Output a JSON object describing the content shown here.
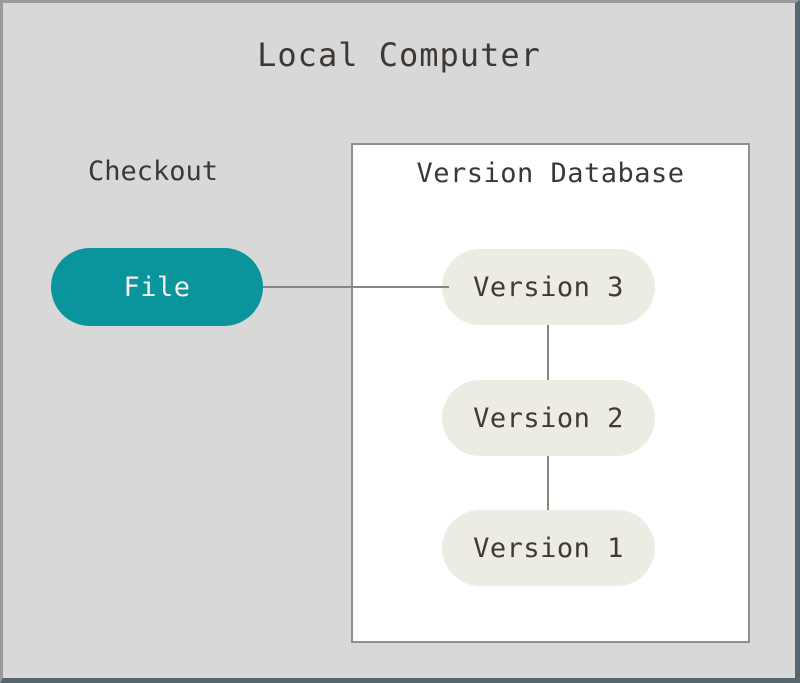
{
  "local_computer": {
    "title": "Local Computer"
  },
  "checkout": {
    "label": "Checkout",
    "file_label": "File"
  },
  "version_database": {
    "title": "Version Database",
    "versions": [
      {
        "label": "Version 3"
      },
      {
        "label": "Version 2"
      },
      {
        "label": "Version 1"
      }
    ]
  },
  "colors": {
    "canvas-bg": "#D8D8D8",
    "frame-border-light": "#9A9A9A",
    "frame-border-dark": "#55666E",
    "box-bg": "#FFFFFF",
    "box-border": "#8F8F8F",
    "file-pill-bg": "#0A949B",
    "file-pill-text": "#F2F1EE",
    "version-pill-bg": "#EDECE3",
    "version-text": "#3F3A33",
    "text-dark": "#3E3834",
    "connector": "#8B867D"
  }
}
